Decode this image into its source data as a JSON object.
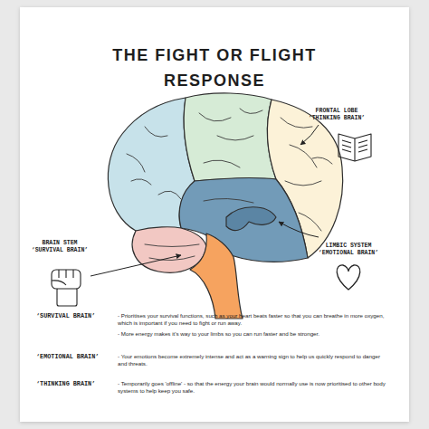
{
  "diagram": {
    "title": "THE FIGHT OR FLIGHT RESPONSE",
    "labels": [
      "FRONTAL LOBE",
      "‘THINKING BRAIN’",
      "BRAIN STEM",
      "‘SURVIVAL BRAIN’",
      "LIMBIC SYSTEM",
      "‘EMOTIONAL BRAIN’",
      "‘SURVIVAL BRAIN’",
      "- Prioritises your survival functions, such as your heart beats faster so that you can breathe in more oxygen, which is important if you need to fight or run away.",
      "- More energy makes it's way to your limbs so you can run faster and be stronger.",
      "‘EMOTIONAL BRAIN’",
      "- Your emotions become extremely intense and act as a warning sign to help us quickly respond to danger and threats.",
      "‘THINKING BRAIN’",
      "- Temporarily goes 'offline' - so that the energy your brain would normally use is now prioritised to other body systems to help keep you safe."
    ]
  }
}
